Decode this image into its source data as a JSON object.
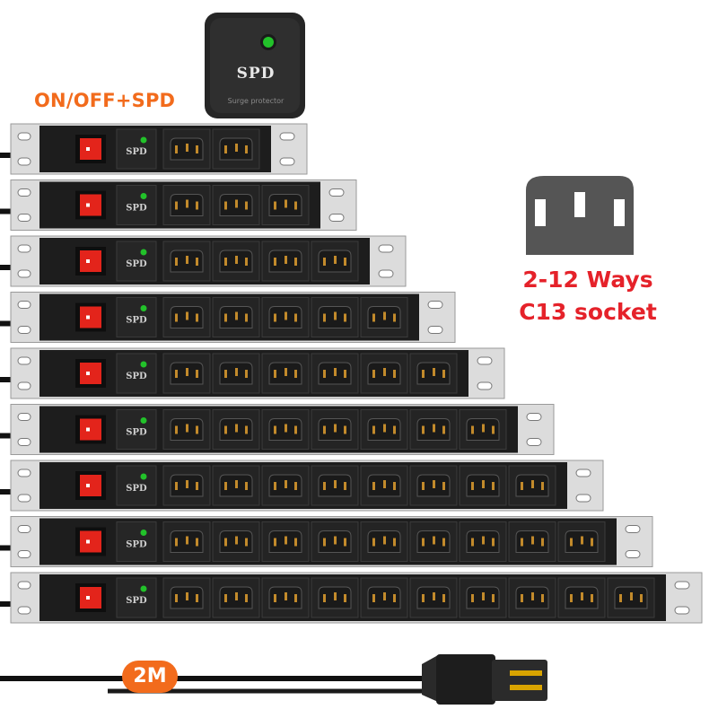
{
  "labels": {
    "switch_feature": "ON/OFF+SPD",
    "ways_line1": "2-12 Ways",
    "ways_line2": "C13 socket",
    "cable_length": "2M"
  },
  "spd_module": {
    "title": "SPD",
    "subtitle": "Surge protector"
  },
  "strips": [
    {
      "sockets": 2
    },
    {
      "sockets": 3
    },
    {
      "sockets": 4
    },
    {
      "sockets": 5
    },
    {
      "sockets": 6
    },
    {
      "sockets": 7
    },
    {
      "sockets": 8
    },
    {
      "sockets": 9
    },
    {
      "sockets": 10
    }
  ],
  "colors": {
    "strip_body": "#1d1d1d",
    "rail": "#dcdcdc",
    "switch": "#e3241b",
    "indicator": "#22c22a",
    "accent_orange": "#f26b1c",
    "accent_red": "#e5222a",
    "socket_icon": "#555555"
  },
  "icons": [
    "c13-socket-icon",
    "c14-plug-icon",
    "power-switch-icon",
    "indicator-led-icon"
  ]
}
